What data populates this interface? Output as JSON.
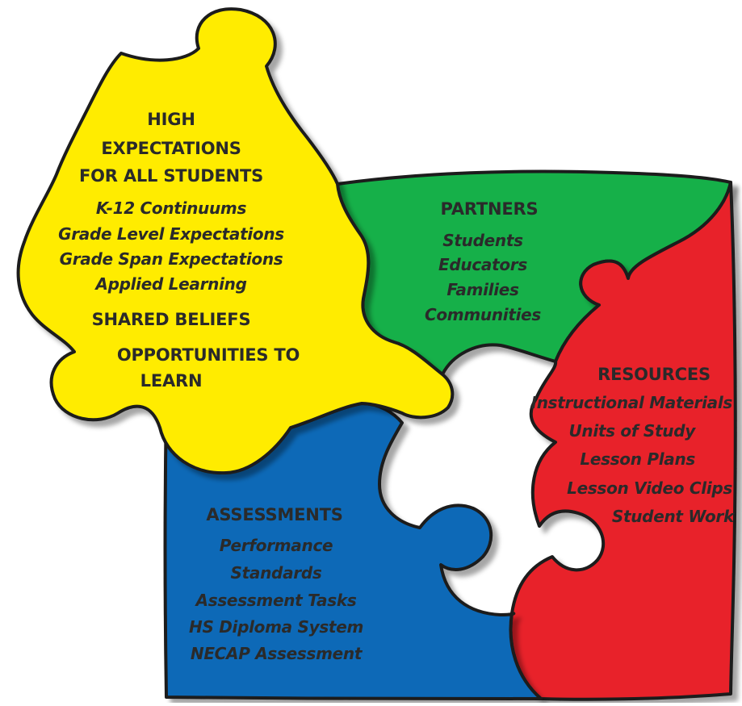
{
  "colors": {
    "yellow": "#ffec00",
    "green": "#12b04a",
    "red": "#e8232b",
    "blue": "#0a69b7",
    "outline": "#1c1c1c",
    "text": "#2a2a2a"
  },
  "yellow_piece": {
    "headings": [
      "HIGH",
      "EXPECTATIONS",
      "FOR ALL STUDENTS"
    ],
    "items": [
      "K-12 Continuums",
      "Grade Level Expectations",
      "Grade Span Expectations",
      "Applied Learning"
    ],
    "shared_beliefs": "SHARED BELIEFS",
    "opportunities": [
      "OPPORTUNITIES TO",
      "LEARN"
    ]
  },
  "green_piece": {
    "heading": "PARTNERS",
    "items": [
      "Students",
      "Educators",
      "Families",
      "Communities"
    ]
  },
  "red_piece": {
    "heading": "RESOURCES",
    "items": [
      "Instructional Materials",
      "Units of Study",
      "Lesson Plans",
      "Lesson Video Clips",
      "Student Work"
    ]
  },
  "blue_piece": {
    "heading": "ASSESSMENTS",
    "items": [
      "Performance",
      "Standards",
      "Assessment Tasks",
      "HS Diploma System",
      "NECAP Assessment"
    ]
  }
}
